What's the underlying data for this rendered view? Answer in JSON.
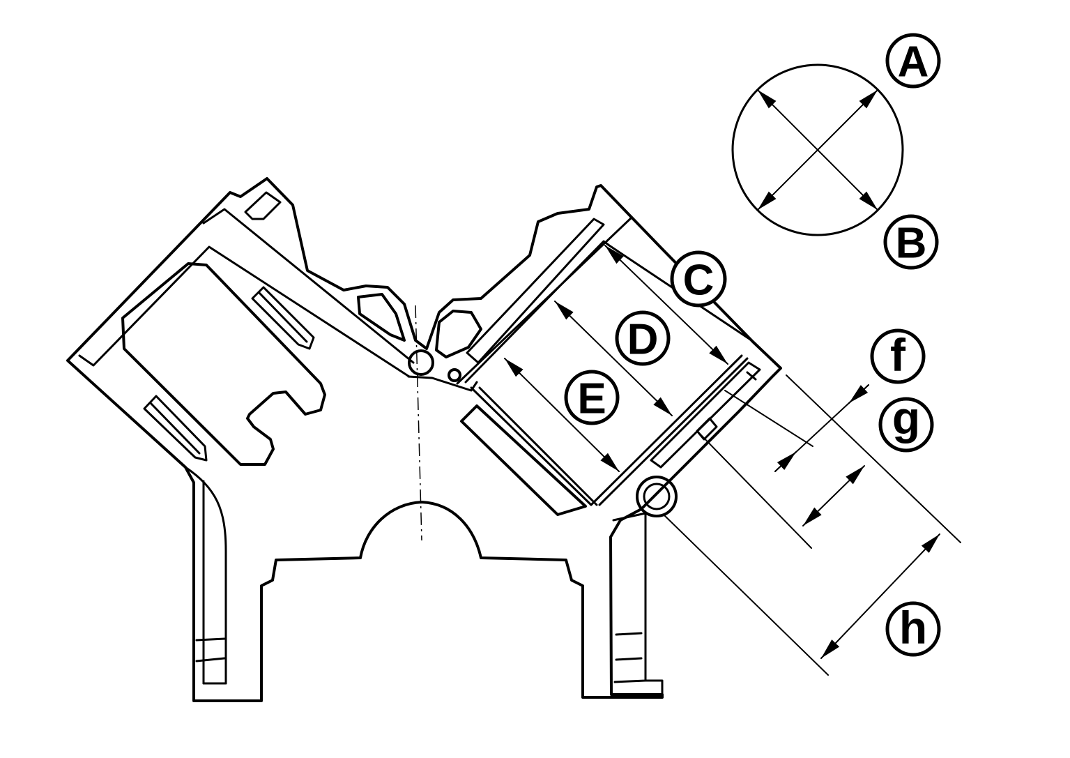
{
  "labels": {
    "A": "A",
    "B": "B",
    "C": "C",
    "D": "D",
    "E": "E",
    "f": "f",
    "g": "g",
    "h": "h"
  },
  "colors": {
    "ink": "#000000",
    "paper": "#ffffff"
  }
}
